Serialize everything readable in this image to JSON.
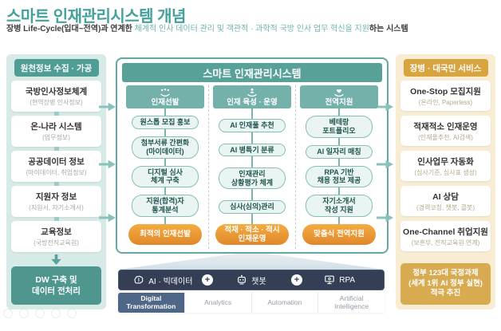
{
  "title": "스마트 인재관리시스템 개념",
  "subtitle": {
    "part1": "장병 Life-Cycle(입대~전역)과 연계한 ",
    "part2": "체계적 인사 데이터 관리 및 객관적 · 과학적 국방 인사 업무 혁신을 지원",
    "part3": "하는 시스템"
  },
  "left_panel": {
    "header": "원천정보 수집 · 가공",
    "items": [
      {
        "title": "국방인사정보체계",
        "sub": "(현역장병 인사정보)"
      },
      {
        "title": "온-나라 시스템",
        "sub": "(업무정보)"
      },
      {
        "title": "공공데이터 정보",
        "sub": "(마이데이터, 취업정보)"
      },
      {
        "title": "지원자 정보",
        "sub": "(지원서, 자기소개서)"
      },
      {
        "title": "교육정보",
        "sub": "(국방전직교육원)"
      }
    ],
    "footer": "DW 구축 및\n데이터 전처리"
  },
  "center_panel": {
    "title": "스마트 인재관리시스템",
    "columns": [
      {
        "icon": "hand-people-icon",
        "header": "인재선발",
        "items": [
          "원스톱 모집 홍보",
          "첨부서류 간편화\n(마이데이터)",
          "디지털 심사\n체계 구축",
          "지원(합격)자\n통계분석"
        ],
        "footer": "최적의 인재선발"
      },
      {
        "icon": "hand-person-icon",
        "header": "인재 육성 · 운영",
        "items": [
          "AI 인재풀 추천",
          "AI 병특기 분류",
          "인재관리\n상황평가 체계",
          "심사(심의)관리"
        ],
        "footer": "적재 · 적소 · 적시\n인재운영"
      },
      {
        "icon": "hand-heart-icon",
        "header": "전역지원",
        "items": [
          "베테랑\n포트폴리오",
          "AI 일자리 매칭",
          "RPA 기반\n채용 정보 제공",
          "자기소개서\n작성 지원"
        ],
        "footer": "맞춤식 전역지원"
      }
    ]
  },
  "right_panel": {
    "header": "장병 · 대국민 서비스",
    "items": [
      {
        "title": "One-Stop 모집지원",
        "sub": "(온라인, Paperless)"
      },
      {
        "title": "적재적소 인재운영",
        "sub": "(인재풀추천, AI검색)"
      },
      {
        "title": "인사업무 자동화",
        "sub": "(심사기준, 심사표 생성)"
      },
      {
        "title": "AI 상담",
        "sub": "(경력코칭, 챗봇, 콜봇)"
      },
      {
        "title": "One-Channel 취업지원",
        "sub": "(보훈부, 전직교육원 연계)"
      }
    ],
    "footer": "정부 123대 국정과제\n(세계 1위 AI 정부 실현)\n적극 추진"
  },
  "tech_bar": {
    "segments": [
      {
        "icon": "brain-icon",
        "label": "AI · 빅데이터"
      },
      {
        "icon": "chatbot-icon",
        "label": "챗봇"
      },
      {
        "icon": "rpa-monitor-icon",
        "label": "RPA"
      }
    ],
    "plus": "+",
    "tabs": [
      "Digital Transformation",
      "Analytics",
      "Automation",
      "Artificial Intelligence"
    ]
  },
  "colors": {
    "title_teal": "#44A09A",
    "sidebar_teal_bg": "#D6EAE7",
    "teal_header": "#4F9D95",
    "pill_border": "#85BFB8",
    "orange_accent": "#E8932F",
    "gold_header": "#D7A440",
    "gold_bg": "#F8EDD2",
    "navy_bar": "#343F55",
    "active_tab": "#4E6787"
  }
}
